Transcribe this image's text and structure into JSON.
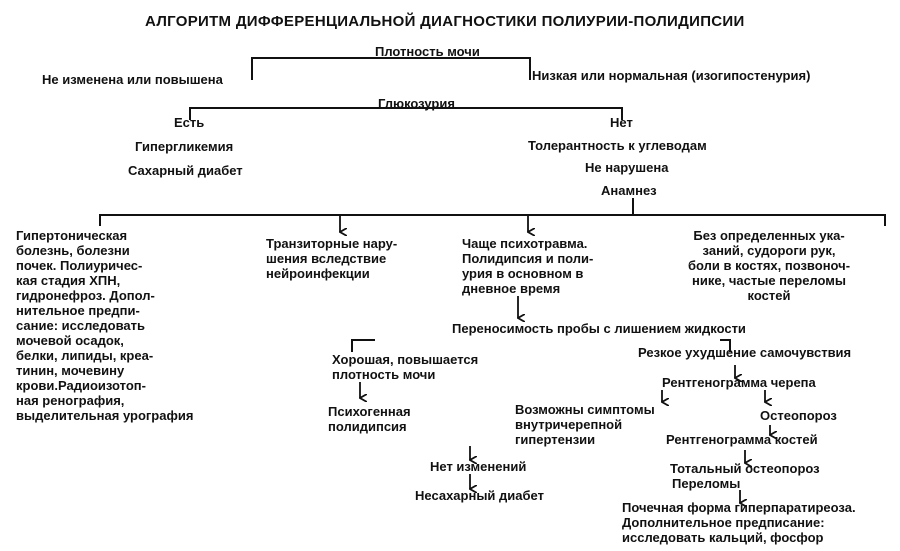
{
  "title": "АЛГОРИТМ ДИФФЕРЕНЦИАЛЬНОЙ ДИАГНОСТИКИ ПОЛИУРИИ-ПОЛИДИПСИИ",
  "nodes": {
    "urine_density": "Плотность мочи",
    "unchanged_or_increased": "Не изменена или повышена",
    "low_or_normal": "Низкая или нормальная (изогипостенурия)",
    "glucosuria": "Глюкозурия",
    "present": "Есть",
    "absent": "Нет",
    "hyperglycemia": "Гипергликемия",
    "diabetes_mellitus": "Сахарный диабет",
    "carb_tolerance": "Толерантность к углеводам",
    "not_impaired": "Не нарушена",
    "anamnesis": "Анамнез",
    "hypertensive_block": [
      "Гипертоническая",
      "болезнь, болезни",
      "почек. Полиуричес-",
      "кая стадия ХПН,",
      "гидронефроз. Допол-",
      "нительное предпи-",
      "сание: исследовать",
      "мочевой осадок,",
      "белки, липиды, креа-",
      "тинин, мочевину",
      "крови.Радиоизотоп-",
      "ная ренография,",
      "выделительная урография"
    ],
    "transient_block": [
      "Транзиторные нару-",
      "шения вследствие",
      "нейроинфекции"
    ],
    "psychotrauma_block": [
      "Чаще психотравма.",
      "Полидипсия и поли-",
      "урия в основном в",
      "дневное время"
    ],
    "no_indications_block": [
      "Без определенных ука-",
      "заний, судороги рук,",
      "боли в костях, позвоноч-",
      "нике, частые переломы",
      "костей"
    ],
    "deprivation_test": "Переносимость пробы с лишением жидкости",
    "good_tolerance_block": [
      "Хорошая, повышается",
      "плотность мочи"
    ],
    "psychogenic_block": [
      "Психогенная",
      "полидипсия"
    ],
    "worsening": "Резкое ухудшение самочувствия",
    "skull_xray": "Рентгенограмма черепа",
    "intracranial_block": [
      "Возможны симптомы",
      "внутричерепной",
      "гипертензии"
    ],
    "osteoporosis": "Остеопороз",
    "bone_xray": "Рентгенограмма костей",
    "no_changes": "Нет изменений",
    "diabetes_insipidus": "Несахарный диабет",
    "total_osteoporosis_block": [
      "Тотальный остеопороз",
      "Переломы"
    ],
    "renal_form_block": [
      "Почечная форма гиперпаратиреоза.",
      "Дополнительное предписание:",
      "исследовать кальций, фосфор"
    ]
  },
  "colors": {
    "ink": "#111111",
    "paper": "#ffffff"
  }
}
